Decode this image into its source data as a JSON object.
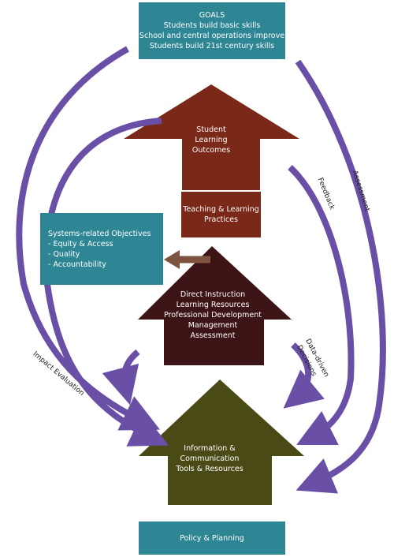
{
  "goals": {
    "title": "GOALS",
    "lines": [
      "Students build basic skills",
      "School and central operations improve",
      "Students build 21st century skills"
    ]
  },
  "student_outcomes": {
    "lines": [
      "Student",
      "Learning",
      "Outcomes"
    ]
  },
  "teaching": {
    "lines": [
      "Teaching & Learning",
      "Practices"
    ]
  },
  "systems": {
    "title": "Systems-related Objectives",
    "items": [
      "- Equity & Access",
      "- Quality",
      "- Accountability"
    ]
  },
  "direct": {
    "lines": [
      "Direct Instruction",
      "Learning Resources",
      "Professional Development",
      "Management",
      "Assessment"
    ]
  },
  "ict": {
    "lines": [
      "Information & Communication",
      "Tools & Resources"
    ]
  },
  "policy": {
    "label": "Policy & Planning"
  },
  "arrow_labels": {
    "assessment": "Assessment",
    "feedback": "Feedback",
    "impact": "Impact Evaluation",
    "data_driven_1": "Data-driven",
    "data_driven_2": "Decisions"
  },
  "colors": {
    "teal": "#2e8593",
    "dark_red": "#7a2818",
    "dark_brown": "#3d1415",
    "olive": "#4a4a16",
    "purple": "#6a4fa6",
    "brown_arrow": "#7d5340"
  }
}
